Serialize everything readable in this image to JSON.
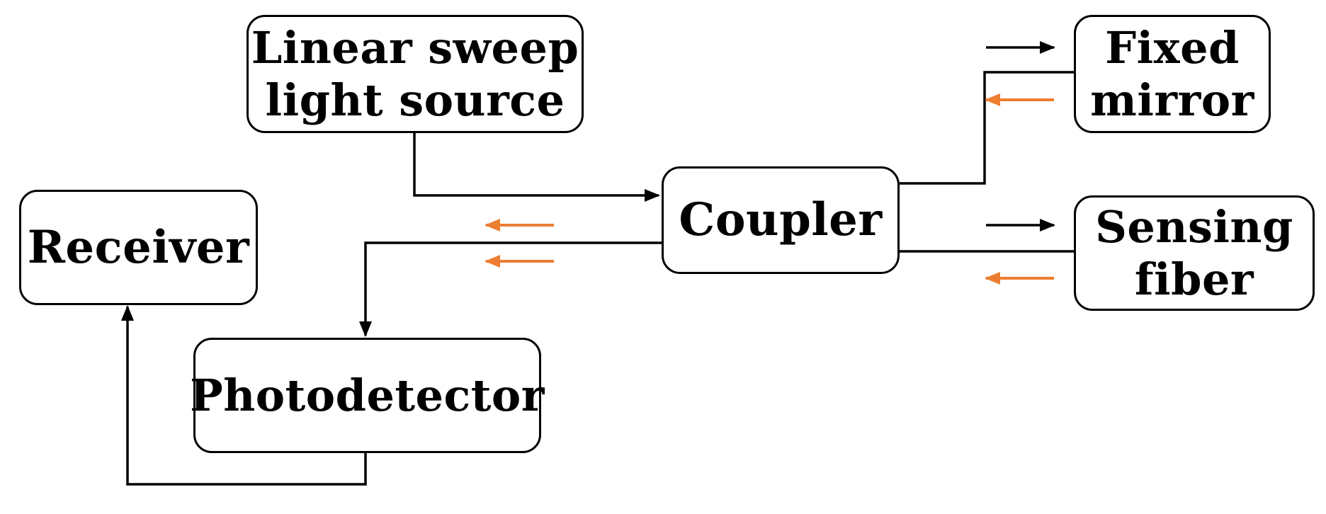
{
  "blocks": {
    "source": {
      "lines": [
        "Linear sweep",
        "light source"
      ]
    },
    "mirror": {
      "lines": [
        "Fixed",
        "mirror"
      ]
    },
    "coupler": {
      "lines": [
        "Coupler"
      ]
    },
    "receiver": {
      "lines": [
        "Receiver"
      ]
    },
    "sensing": {
      "lines": [
        "Sensing",
        "fiber"
      ]
    },
    "pd": {
      "lines": [
        "Photodetector"
      ]
    }
  },
  "colors": {
    "line": "#000000",
    "forward_arrow": "#000000",
    "return_arrow": "#ED7D31",
    "background": "#ffffff"
  }
}
